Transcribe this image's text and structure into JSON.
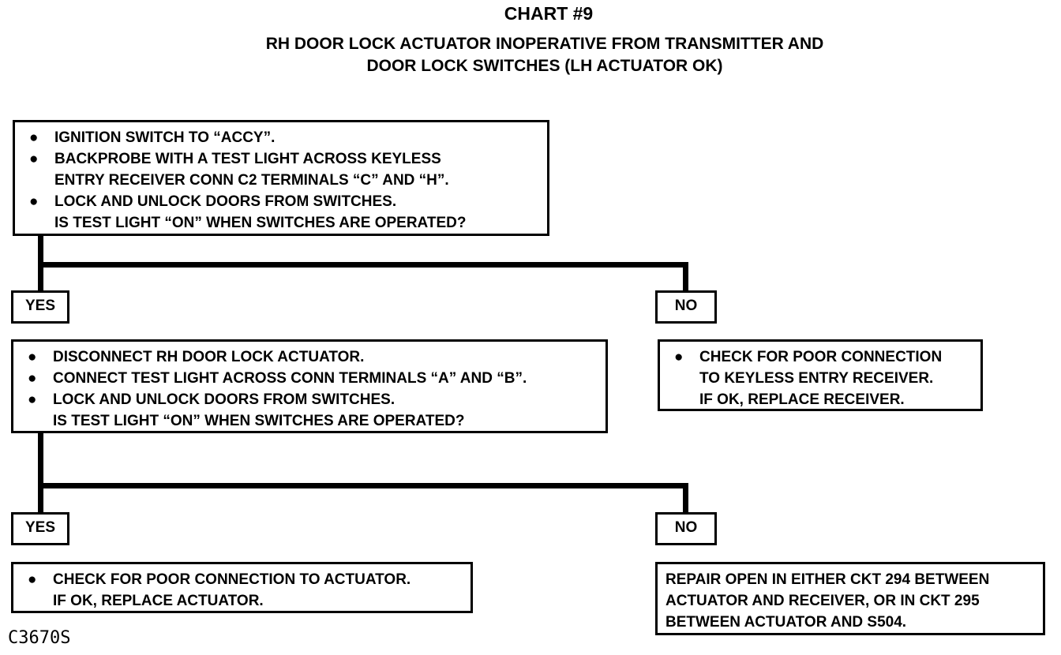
{
  "title": "CHART #9",
  "subtitle": [
    "RH DOOR LOCK ACTUATOR INOPERATIVE FROM TRANSMITTER AND",
    "DOOR LOCK SWITCHES (LH ACTUATOR OK)"
  ],
  "bullet_glyph": "●",
  "step1": {
    "items": [
      {
        "lines": [
          "IGNITION SWITCH TO “ACCY”."
        ]
      },
      {
        "lines": [
          "BACKPROBE WITH A TEST LIGHT ACROSS KEYLESS",
          "ENTRY RECEIVER CONN C2 TERMINALS “C” AND “H”."
        ]
      },
      {
        "lines": [
          "LOCK AND UNLOCK DOORS FROM SWITCHES.",
          "IS TEST LIGHT “ON” WHEN SWITCHES ARE OPERATED?"
        ]
      }
    ]
  },
  "branch1": {
    "yes": "YES",
    "no": "NO"
  },
  "step2": {
    "items": [
      {
        "lines": [
          "DISCONNECT RH DOOR LOCK ACTUATOR."
        ]
      },
      {
        "lines": [
          "CONNECT TEST LIGHT ACROSS CONN TERMINALS “A” AND “B”."
        ]
      },
      {
        "lines": [
          "LOCK AND UNLOCK DOORS FROM SWITCHES.",
          "IS TEST LIGHT “ON” WHEN SWITCHES ARE OPERATED?"
        ]
      }
    ]
  },
  "no1_result": {
    "items": [
      {
        "lines": [
          "CHECK FOR POOR CONNECTION",
          "TO KEYLESS ENTRY RECEIVER.",
          "IF OK, REPLACE RECEIVER."
        ]
      }
    ]
  },
  "branch2": {
    "yes": "YES",
    "no": "NO"
  },
  "yes2_result": {
    "items": [
      {
        "lines": [
          "CHECK FOR POOR CONNECTION TO ACTUATOR.",
          "IF OK, REPLACE ACTUATOR."
        ]
      }
    ]
  },
  "no2_result": {
    "lines": [
      "REPAIR OPEN IN EITHER CKT 294 BETWEEN",
      "ACTUATOR AND RECEIVER, OR IN CKT 295",
      "BETWEEN ACTUATOR AND S504."
    ]
  },
  "figure_code": "C3670S"
}
